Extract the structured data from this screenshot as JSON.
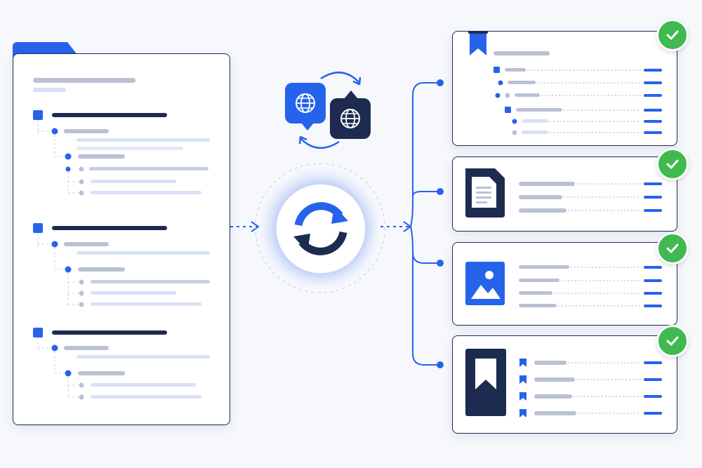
{
  "theme": {
    "accent": "#2563eb",
    "dark": "#1c2b4f",
    "placeholder_bar": "#b9c1d3",
    "placeholder_light": "#d8e1f5",
    "success": "#3fb950"
  },
  "icons": {
    "source": "folder-icon",
    "translate": [
      "globe-icon",
      "globe-icon"
    ],
    "process": "sync-arrows-icon",
    "outputs": [
      "bookmark-icon",
      "document-icon",
      "image-icon",
      "bookmark-icon"
    ],
    "status": "checkmark-icon"
  },
  "outputs": [
    {
      "type": "outline",
      "status": "complete"
    },
    {
      "type": "document",
      "status": "complete"
    },
    {
      "type": "image",
      "status": "complete"
    },
    {
      "type": "bookmarks",
      "status": "complete"
    }
  ]
}
